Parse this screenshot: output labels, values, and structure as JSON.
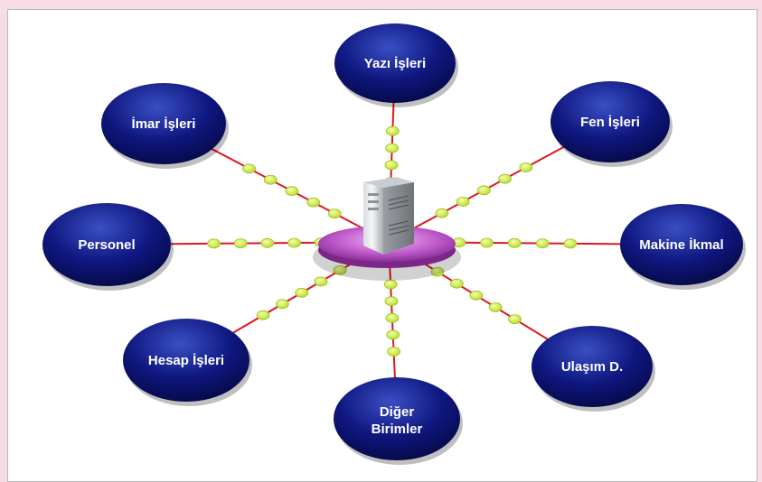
{
  "diagram": {
    "hub": {
      "icon": "server-icon"
    },
    "nodes": [
      {
        "id": "yazi-isleri",
        "label": "Yazı İşleri"
      },
      {
        "id": "fen-isleri",
        "label": "Fen İşleri"
      },
      {
        "id": "makine-ikmal",
        "label": "Makine İkmal"
      },
      {
        "id": "ulasim-d",
        "label": "Ulaşım D."
      },
      {
        "id": "diger-birimler",
        "label": "Diğer Birimler"
      },
      {
        "id": "hesap-isleri",
        "label": "Hesap İşleri"
      },
      {
        "id": "personel",
        "label": "Personel"
      },
      {
        "id": "imar-isleri",
        "label": "İmar İşleri"
      }
    ],
    "colors": {
      "node_fill": "#0a0f6e",
      "node_highlight": "#3a4fc4",
      "node_text": "#ffffff",
      "link": "#e0161e",
      "bead": "#d4f24a",
      "platform": "#b04ac0",
      "background": "#f7dce4"
    }
  }
}
